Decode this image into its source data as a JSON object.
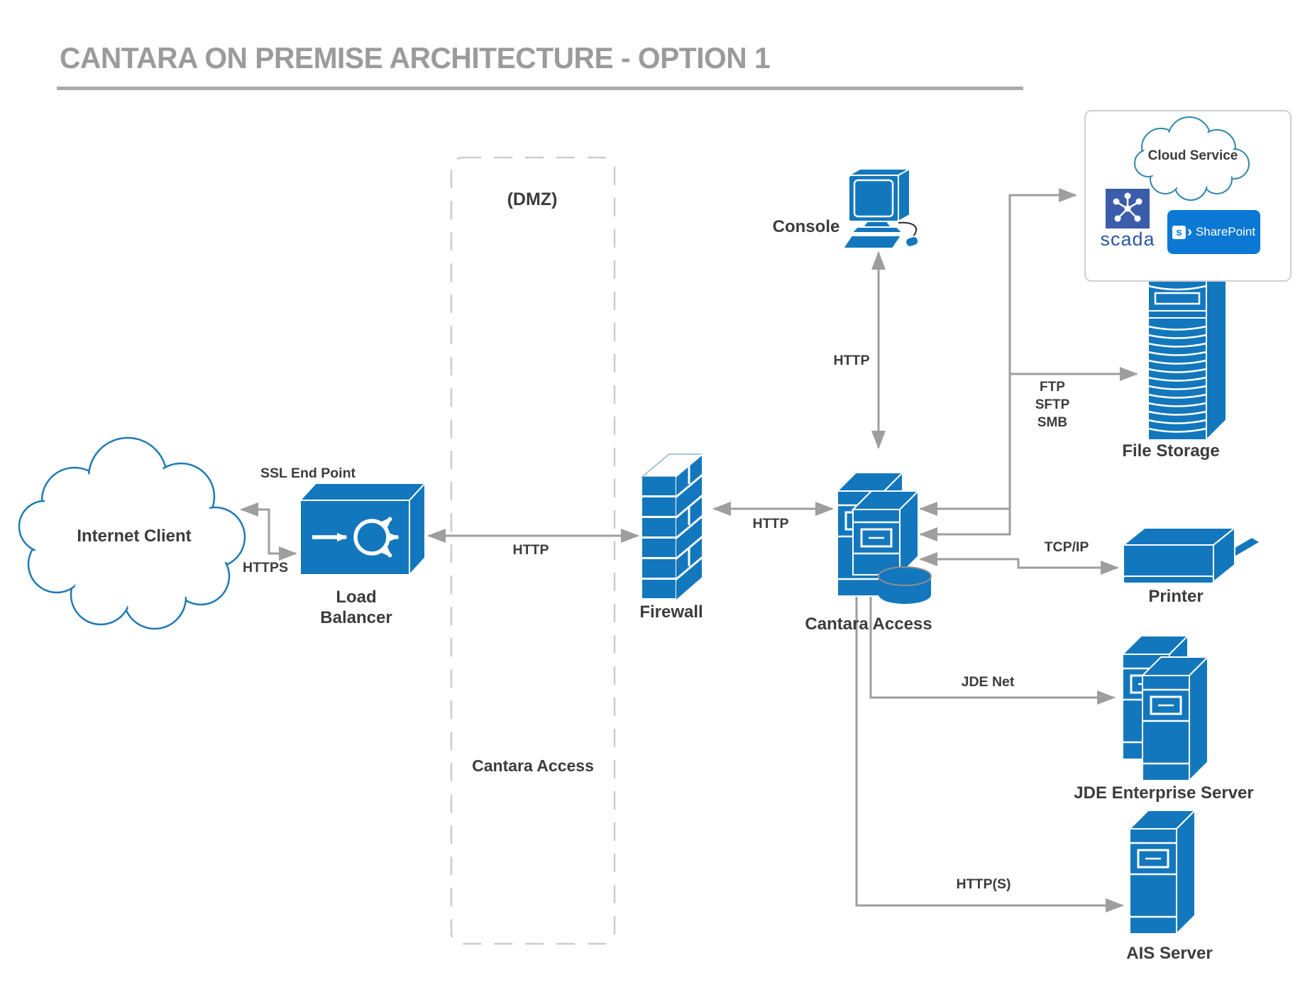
{
  "title": "CANTARA ON PREMISE ARCHITECTURE - OPTION 1",
  "dmz": {
    "label_top": "(DMZ)",
    "label_bottom": "Cantara Access"
  },
  "nodes": {
    "internet_client": "Internet Client",
    "ssl_end_point": "SSL End Point",
    "load_balancer": "Load Balancer",
    "firewall": "Firewall",
    "console": "Console",
    "cantara_access": "Cantara Access",
    "file_storage": "File Storage",
    "printer": "Printer",
    "jde_enterprise_server": "JDE Enterprise Server",
    "ais_server": "AIS Server"
  },
  "cloud_service_box": {
    "cloud_label": "Cloud Service",
    "scada_label": "scada",
    "sharepoint_label": "SharePoint",
    "sharepoint_icon_s": "s",
    "sharepoint_icon_chevron": "›"
  },
  "edges": {
    "https": "HTTPS",
    "http_lb_firewall": "HTTP",
    "http_firewall_cantara": "HTTP",
    "http_console": "HTTP",
    "ftp": "FTP",
    "sftp": "SFTP",
    "smb": "SMB",
    "tcp_ip": "TCP/IP",
    "jde_net": "JDE Net",
    "https_ais": "HTTP(S)"
  },
  "colors": {
    "device_blue": "#1377BD",
    "sharepoint_blue": "#0B78D4",
    "scada_blue": "#3B5CA8",
    "arrow_gray": "#9E9E9E",
    "title_gray": "#9B9B9B",
    "label_dark": "#3C3C3C",
    "dmz_dash": "#CCCCCC"
  }
}
